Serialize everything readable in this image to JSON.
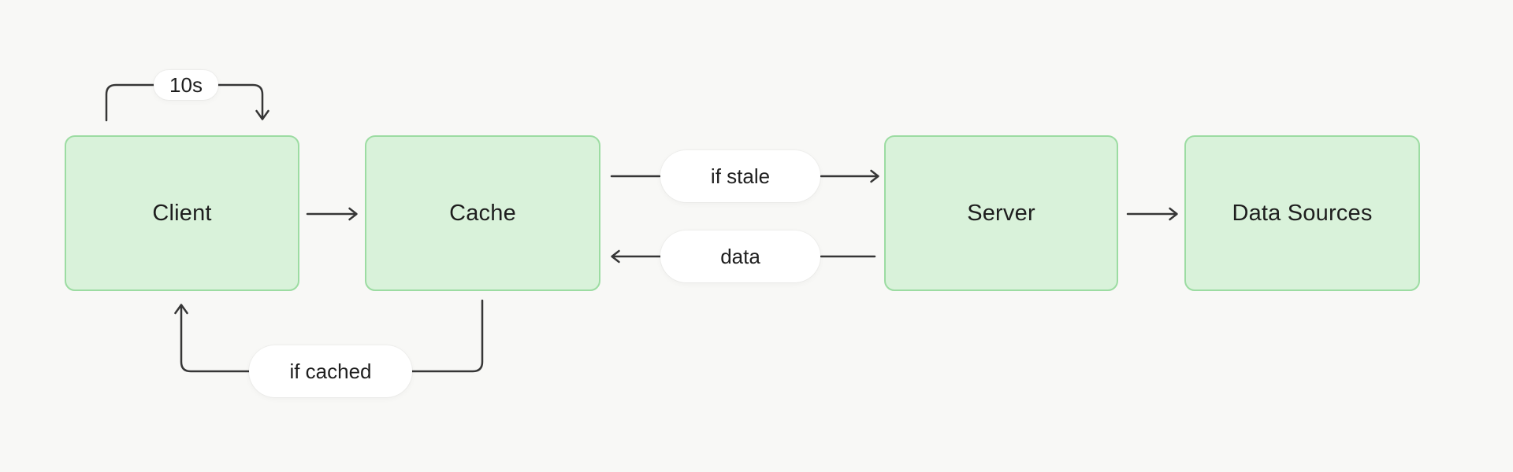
{
  "diagram": {
    "nodes": [
      "Client",
      "Cache",
      "Server",
      "Data Sources"
    ],
    "edge_labels": {
      "client_refresh_interval": "10s",
      "cache_to_server": "if stale",
      "server_to_cache": "data",
      "cache_to_client": "if cached"
    },
    "colors": {
      "background": "#f8f8f6",
      "node_fill": "#d9f2da",
      "node_border": "#9cdca2",
      "line": "#363636",
      "text": "#1e1e1e",
      "pill_fill": "#ffffff"
    }
  }
}
